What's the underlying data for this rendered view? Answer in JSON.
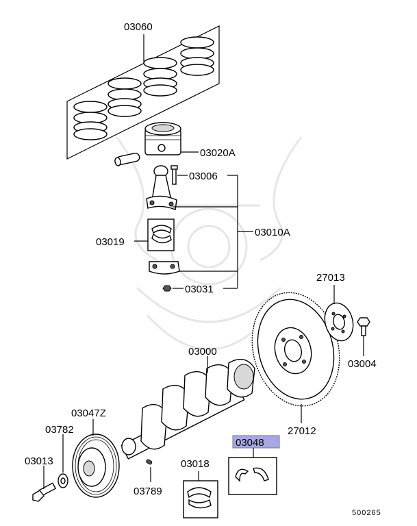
{
  "labels": {
    "piston_ring_set": "03060",
    "piston": "03020A",
    "conn_rod_bolt": "03006",
    "conn_rod_assy": "03010A",
    "rod_bearing": "03019",
    "rod_nut": "03031",
    "crankshaft": "03000",
    "flywheel": "27012",
    "flywheel_spacer": "27013",
    "flywheel_bolt": "03004",
    "damper_pulley": "03047Z",
    "pulley_washer": "03782",
    "pulley_bolt": "03013",
    "key": "03789",
    "main_bearing": "03018",
    "thrust_washer": "03048",
    "diagram_id": "500265"
  },
  "highlight": {
    "part": "thrust_washer",
    "color": "#a8a8e0"
  }
}
